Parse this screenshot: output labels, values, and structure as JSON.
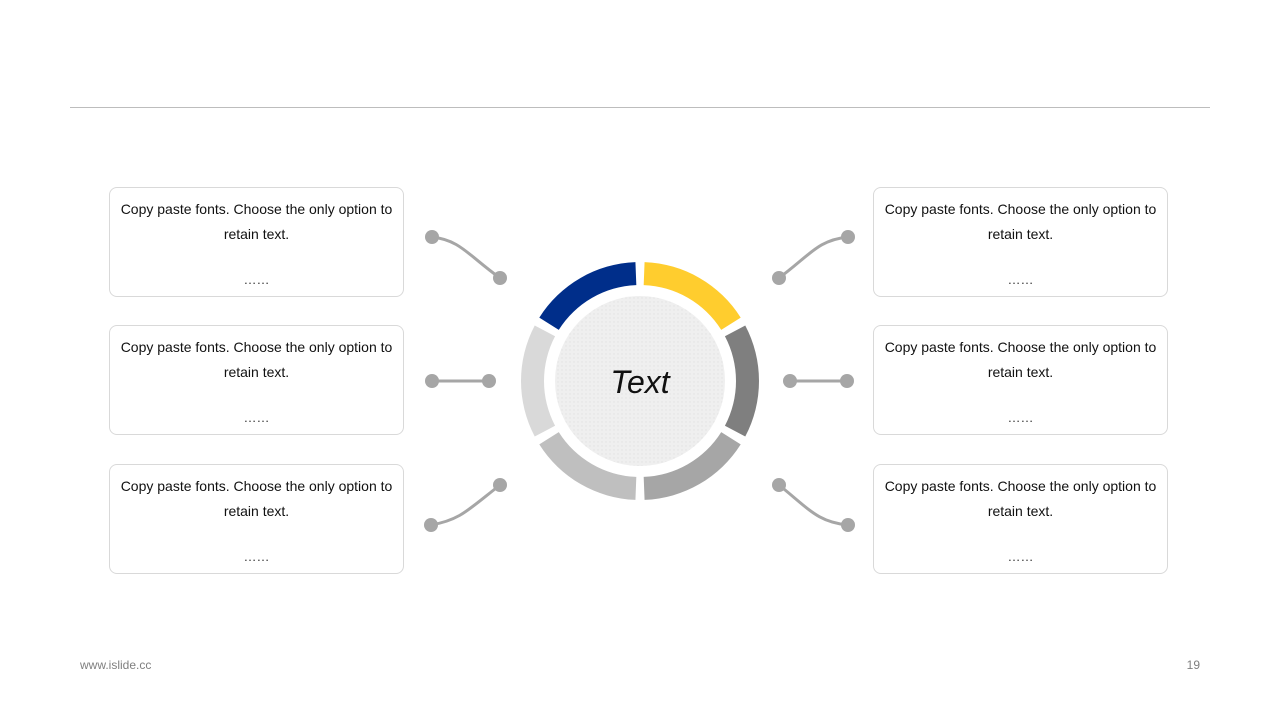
{
  "center": {
    "label": "Text"
  },
  "boxes": [
    {
      "text": "Copy paste fonts. Choose the only option to retain text.",
      "more": "……"
    },
    {
      "text": "Copy paste fonts. Choose the only option to retain text.",
      "more": "……"
    },
    {
      "text": "Copy paste fonts. Choose the only option to retain text.",
      "more": "……"
    },
    {
      "text": "Copy paste fonts. Choose the only option to retain text.",
      "more": "……"
    },
    {
      "text": "Copy paste fonts. Choose the only option to retain text.",
      "more": "……"
    },
    {
      "text": "Copy paste fonts. Choose the only option to retain text.",
      "more": "……"
    }
  ],
  "ring_segments": [
    {
      "id": "top-right",
      "color": "#FFCD2E"
    },
    {
      "id": "right",
      "color": "#7F7F7F"
    },
    {
      "id": "bottom-right",
      "color": "#A6A6A6"
    },
    {
      "id": "bottom-left",
      "color": "#BFBFBF"
    },
    {
      "id": "left",
      "color": "#D9D9D9"
    },
    {
      "id": "top-left",
      "color": "#002E8A"
    }
  ],
  "connector_color": "#A6A6A6",
  "footer": {
    "url": "www.islide.cc",
    "page": "19"
  }
}
